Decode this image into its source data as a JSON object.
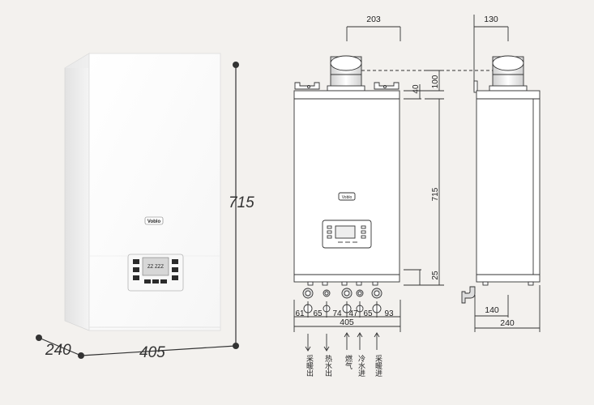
{
  "perspective": {
    "brand": "Voblo",
    "dim_width": "405",
    "dim_depth": "240",
    "dim_height": "715",
    "panel_text": "ZZ ZZZ"
  },
  "front": {
    "top_width": "203",
    "bottom_width": "405",
    "flue_height": "100",
    "bracket_height": "40",
    "body_height": "715",
    "bottom_offset": "25",
    "brand": "Voblo",
    "pipe_spacings": [
      "61",
      "65",
      "74",
      "47",
      "65",
      "93"
    ],
    "pipe_labels": [
      {
        "text": "采暖出",
        "direction": "down"
      },
      {
        "text": "热水出",
        "direction": "down"
      },
      {
        "text": "燃气",
        "direction": "up"
      },
      {
        "text": "冷水进",
        "direction": "up"
      },
      {
        "text": "采暖进",
        "direction": "up"
      }
    ]
  },
  "side": {
    "top_depth": "130",
    "pipe_depth": "140",
    "total_depth": "240"
  },
  "colors": {
    "background": "#f3f1ee",
    "line": "#333333",
    "body_fill": "#ffffff",
    "panel_dark": "#2b2b2b"
  }
}
